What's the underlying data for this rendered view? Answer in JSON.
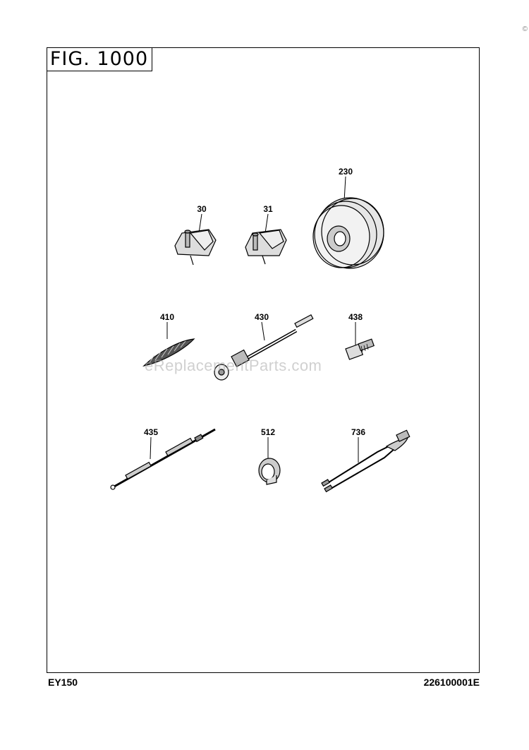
{
  "figure": {
    "title": "FIG. 1000"
  },
  "parts": [
    {
      "id": "30",
      "label": "30"
    },
    {
      "id": "31",
      "label": "31"
    },
    {
      "id": "230",
      "label": "230"
    },
    {
      "id": "410",
      "label": "410"
    },
    {
      "id": "430",
      "label": "430"
    },
    {
      "id": "438",
      "label": "438"
    },
    {
      "id": "435",
      "label": "435"
    },
    {
      "id": "512",
      "label": "512"
    },
    {
      "id": "736",
      "label": "736"
    }
  ],
  "watermark": "eReplacementParts.com",
  "footer": {
    "model": "EY150",
    "code": "226100001E"
  },
  "corner_mark": "©"
}
